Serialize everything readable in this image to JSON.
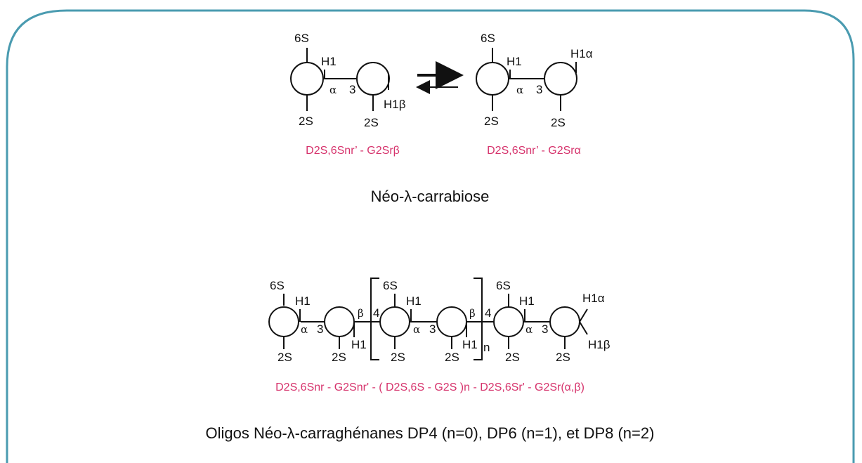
{
  "colors": {
    "frame": "#4a9bb0",
    "caption": "#d6336c",
    "text": "#111111"
  },
  "disaccharide_beta": {
    "sub_6s": "6S",
    "h1": "H1",
    "alpha": "α",
    "pos3": "3",
    "sub_2s_left": "2S",
    "sub_2s_right": "2S",
    "h1beta": "H1β",
    "caption": "D2S,6Snr’ - G2Srβ"
  },
  "disaccharide_alpha": {
    "sub_6s": "6S",
    "h1": "H1",
    "h1alpha": "H1α",
    "alpha": "α",
    "pos3": "3",
    "sub_2s_left": "2S",
    "sub_2s_right": "2S",
    "caption": "D2S,6Snr’ - G2Srα"
  },
  "title_top": "Néo-λ-carrabiose",
  "oligo": {
    "ring1_6s": "6S",
    "ring1_h1": "H1",
    "ring1_alpha": "α",
    "ring1_2s": "2S",
    "ring2_3": "3",
    "ring2_2s": "2S",
    "ring2_beta": "β",
    "ring2_h1": "H1",
    "ring3_4": "4",
    "ring3_6s": "6S",
    "ring3_h1": "H1",
    "ring3_alpha": "α",
    "ring3_2s": "2S",
    "ring4_3": "3",
    "ring4_2s": "2S",
    "ring4_beta": "β",
    "ring4_h1": "H1",
    "bracket_n": "n",
    "ring5_4": "4",
    "ring5_6s": "6S",
    "ring5_h1": "H1",
    "ring5_alpha": "α",
    "ring5_2s": "2S",
    "ring6_3": "3",
    "ring6_2s": "2S",
    "ring6_h1alpha": "H1α",
    "ring6_h1beta": "H1β",
    "caption": "D2S,6Snr - G2Snr' - ( D2S,6S - G2S )n - D2S,6Sr' - G2Sr(α,β)"
  },
  "title_bottom": "Oligos Néo-λ-carraghénanes DP4 (n=0), DP6 (n=1), et DP8 (n=2)"
}
